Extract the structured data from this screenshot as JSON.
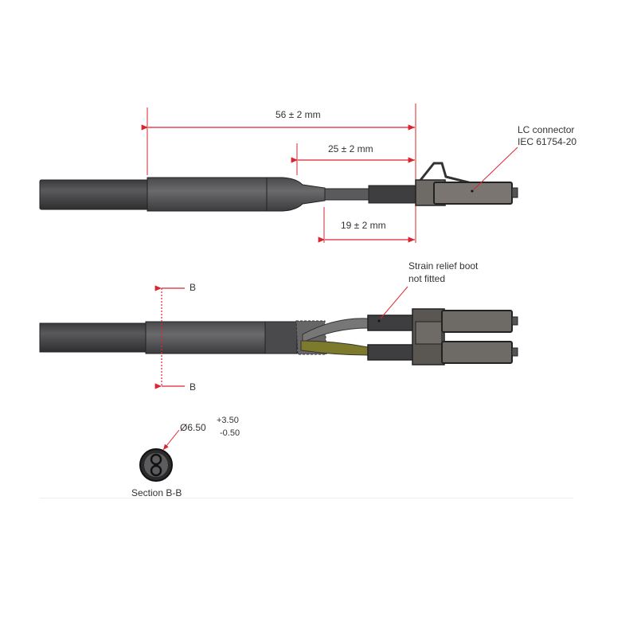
{
  "top_view": {
    "dim_overall": "56 ± 2 mm",
    "dim_mid": "25 ± 2 mm",
    "dim_short": "19 ± 2 mm",
    "connector_label_line1": "LC connector",
    "connector_label_line2": "IEC 61754-20"
  },
  "bottom_view": {
    "section_marker_top": "B",
    "section_marker_bottom": "B",
    "boot_label_line1": "Strain relief boot",
    "boot_label_line2": "not fitted"
  },
  "section": {
    "diameter": "Ø6.50",
    "tol_plus": "+3.50",
    "tol_minus": "-0.50",
    "caption": "Section B-B"
  },
  "colors": {
    "dimension_red": "#d9252f",
    "cable_dark": "#4a4a4c",
    "connector_grey": "#6e6a66",
    "fiber_yellow": "#7d7a2c"
  }
}
